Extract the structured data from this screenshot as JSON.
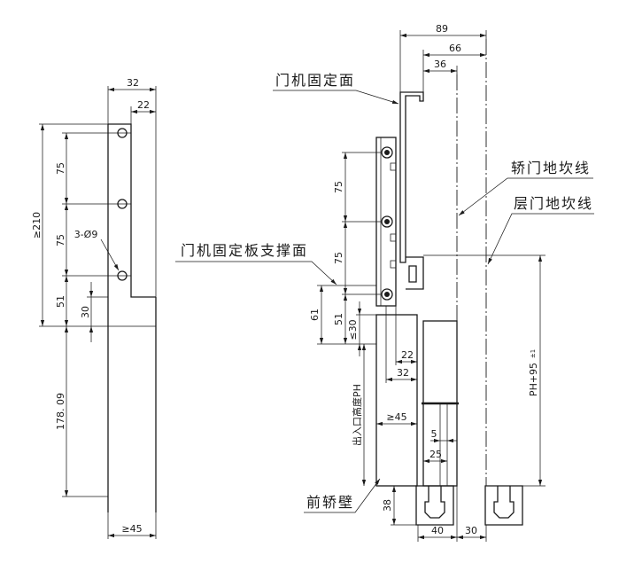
{
  "side_view": {
    "dim_width": "32",
    "dim_offset": "22",
    "dim_total_height": "≥210",
    "dim_hole_pitch_upper": "75",
    "dim_hole_pitch_lower": "75",
    "hole_spec": "3-Ø9",
    "dim_lower_hole_to_ref": "51",
    "dim_step": "30",
    "dim_lower_height": "178. 09",
    "dim_bottom_width": "≥45"
  },
  "front_view": {
    "dim_89": "89",
    "dim_66": "66",
    "dim_36": "36",
    "dim_pitch_upper": "75",
    "dim_pitch_lower": "75",
    "dim_61": "61",
    "dim_51": "51",
    "dim_max_30": "≤30",
    "dim_22": "22",
    "dim_32": "32",
    "entrance_height": "出入口高度PH",
    "dim_min_45": "≥45",
    "dim_5": "5",
    "dim_25": "25",
    "ph_95": "PH+95",
    "ph_tolerance": "±1",
    "dim_38": "38",
    "dim_40": "40",
    "dim_30": "30",
    "labels": {
      "door_machine_face": "门机固定面",
      "mounting_plate_support_face": "门机固定板支撑面",
      "car_sill_line": "轿门地坎线",
      "landing_sill_line": "层门地坎线",
      "front_car_wall": "前轿壁"
    }
  },
  "colors": {
    "line": "#1a1a1a",
    "background": "#ffffff"
  }
}
